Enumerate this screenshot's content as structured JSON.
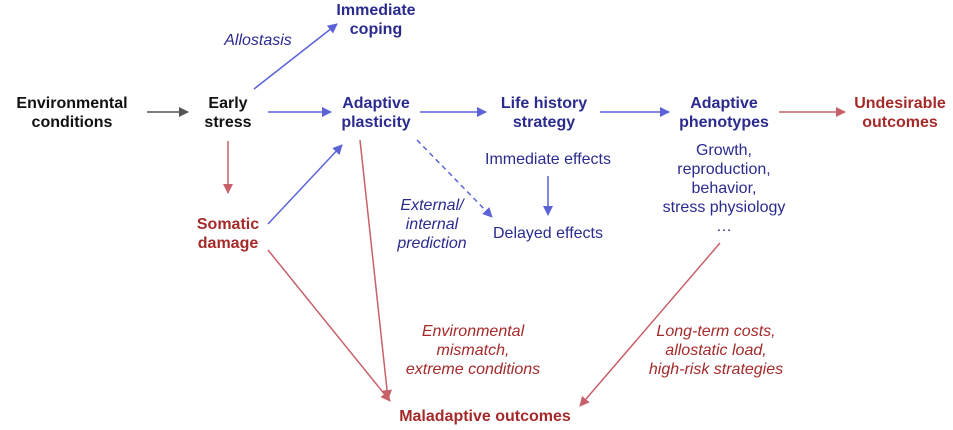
{
  "colors": {
    "black": "#111111",
    "blue": "#2b2b8f",
    "red": "#a52a2a",
    "arrow_gray": "#555555",
    "arrow_blue": "#5b63d6",
    "arrow_red": "#c8606a"
  },
  "nodes": {
    "environmental_conditions": [
      "Environmental",
      "conditions"
    ],
    "early_stress": [
      "Early",
      "stress"
    ],
    "immediate_coping": [
      "Immediate",
      "coping"
    ],
    "allostasis": "Allostasis",
    "adaptive_plasticity": [
      "Adaptive",
      "plasticity"
    ],
    "life_history_strategy": [
      "Life history",
      "strategy"
    ],
    "adaptive_phenotypes": [
      "Adaptive",
      "phenotypes"
    ],
    "undesirable_outcomes": [
      "Undesirable",
      "outcomes"
    ],
    "somatic_damage": [
      "Somatic",
      "damage"
    ],
    "immediate_effects": "Immediate effects",
    "delayed_effects": "Delayed effects",
    "external_internal_prediction": [
      "External/",
      "internal",
      "prediction"
    ],
    "phenotype_examples": [
      "Growth,",
      "reproduction,",
      "behavior,",
      "stress physiology",
      "…"
    ],
    "environmental_mismatch": [
      "Environmental",
      "mismatch,",
      "extreme conditions"
    ],
    "long_term_costs": [
      "Long-term costs,",
      "allostatic load,",
      "high-risk strategies"
    ],
    "maladaptive_outcomes": "Maladaptive outcomes"
  }
}
